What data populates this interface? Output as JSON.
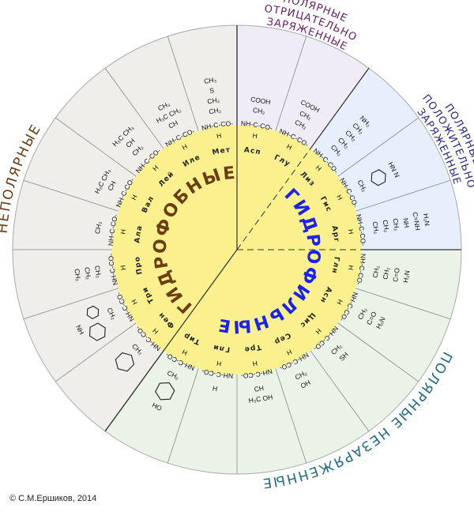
{
  "copyright": "© С.М.Ершиков, 2014",
  "colors": {
    "nonpolar": "#f0eeea",
    "negative": "#efecf5",
    "positive": "#e6effb",
    "uncharged": "#ebf3e8",
    "core": "#fbf08e",
    "hydrophobic_text": "#6b3d12",
    "hydrophilic_text": "#1a22ee",
    "negative_text": "#6a1a6a",
    "positive_text": "#2a2a8c",
    "uncharged_text": "#1f6a86",
    "nonpolar_text": "#6b3d12"
  },
  "core_labels": {
    "hydrophilic": "ГИДРОФИЛЬНЫЕ",
    "hydrophobic": "ГИДРОФОБНЫЕ",
    "hydrophilic_count": 12
  },
  "categories": {
    "negative": [
      "ПОЛЯРНЫЕ",
      "ОТРИЦАТЕЛЬНО",
      "ЗАРЯЖЕННЫЕ"
    ],
    "positive": [
      "ПОЛЯРНЫЕ",
      "ПОЛОЖИТЕЛЬНО",
      "ЗАРЯЖЕННЫЕ"
    ],
    "uncharged": [
      "ПОЛЯРНЫЕ НЕЗАРЯЖЕННЫЕ"
    ],
    "nonpolar": [
      "НЕПОЛЯРНЫЕ"
    ]
  },
  "backbone_unit": "NH-C-CO-",
  "alpha_h": "H",
  "residues": [
    {
      "name": "Асп",
      "category": "negative",
      "side": [
        "CH₂",
        "COOH"
      ]
    },
    {
      "name": "Глу",
      "category": "negative",
      "side": [
        "CH₂",
        "CH₂",
        "COOH"
      ]
    },
    {
      "name": "Лиз",
      "category": "positive",
      "side": [
        "CH₂",
        "CH₂",
        "CH₂",
        "CH₂",
        "NH₂"
      ]
    },
    {
      "name": "Гис",
      "category": "positive",
      "side": [
        "CH₂"
      ],
      "ring": "imidazole-ring",
      "side_after": [
        "HN  N"
      ]
    },
    {
      "name": "Арг",
      "category": "positive",
      "side": [
        "CH₂",
        "CH₂",
        "CH₂",
        "NH",
        "C=NH",
        "H₂N"
      ]
    },
    {
      "name": "Глн",
      "category": "uncharged",
      "side": [
        "CH₂",
        "CH₂",
        "C=O",
        "H₂N"
      ]
    },
    {
      "name": "Асн",
      "category": "uncharged",
      "side": [
        "CH₂",
        "C=O",
        "H₂N"
      ]
    },
    {
      "name": "Цис",
      "category": "uncharged",
      "side": [
        "CH₂",
        "SH"
      ]
    },
    {
      "name": "Сер",
      "category": "uncharged",
      "side": [
        "CH₂",
        "OH"
      ]
    },
    {
      "name": "Тре",
      "category": "uncharged",
      "side": [
        "CH",
        "H₃C  OH"
      ]
    },
    {
      "name": "Гли",
      "category": "uncharged",
      "side": [
        "H"
      ]
    },
    {
      "name": "Тир",
      "category": "uncharged",
      "side": [
        "CH₂"
      ],
      "ring": "phenol-ring",
      "side_after": [
        "HO"
      ]
    },
    {
      "name": "Фен",
      "category": "nonpolar",
      "side": [
        "CH₂"
      ],
      "ring": "benzene-ring"
    },
    {
      "name": "Три",
      "category": "nonpolar",
      "side": [
        "CH₂"
      ],
      "ring": "indole-ring",
      "side_after": [
        "NH"
      ]
    },
    {
      "name": "Про",
      "category": "nonpolar",
      "side": [
        "CH₂",
        "CH₂",
        "CH₂"
      ]
    },
    {
      "name": "Ала",
      "category": "nonpolar",
      "side": [
        "CH₃"
      ]
    },
    {
      "name": "Вал",
      "category": "nonpolar",
      "side": [
        "CH",
        "H₃C  CH₃"
      ]
    },
    {
      "name": "Лей",
      "category": "nonpolar",
      "side": [
        "CH₂",
        "CH",
        "H₃C  CH₃"
      ]
    },
    {
      "name": "Иле",
      "category": "nonpolar",
      "side": [
        "CH",
        "H₃C  CH₂",
        "CH₃"
      ]
    },
    {
      "name": "Мет",
      "category": "nonpolar",
      "side": [
        "CH₂",
        "CH₂",
        "S",
        "CH₃"
      ]
    }
  ]
}
